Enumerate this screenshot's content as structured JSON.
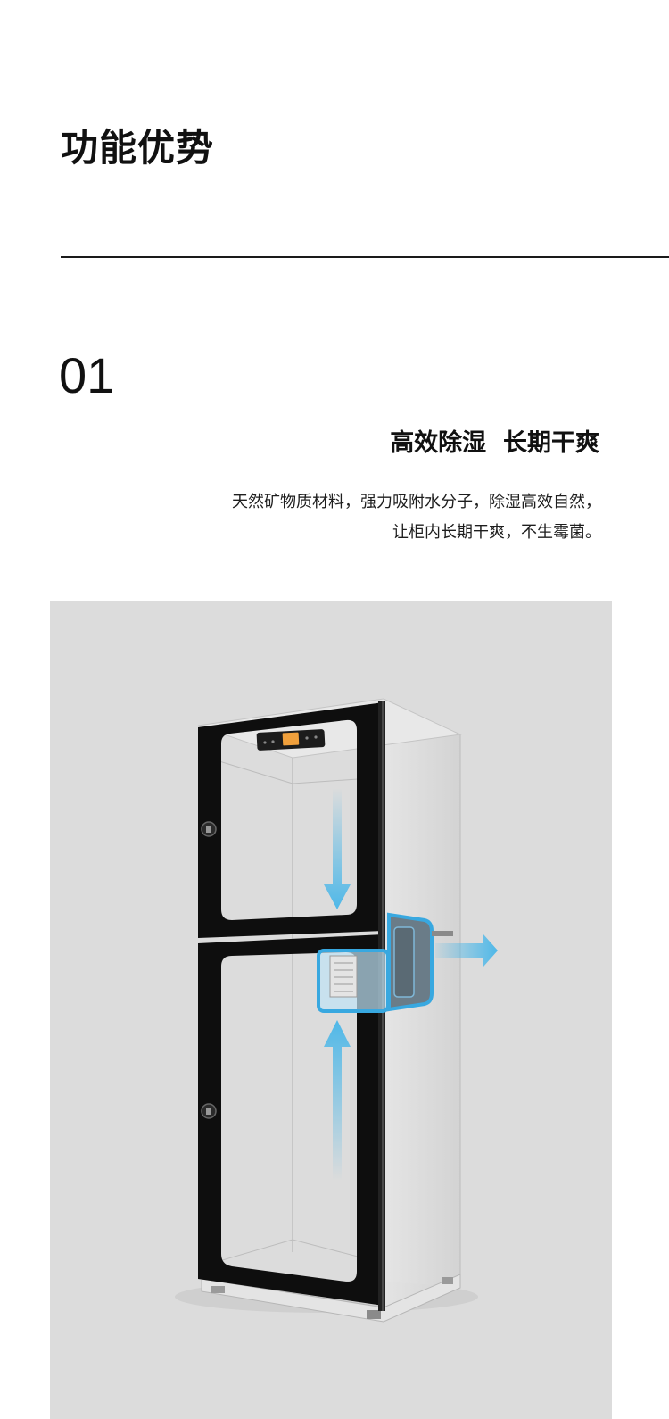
{
  "page": {
    "title": "功能优势"
  },
  "feature": {
    "number": "01",
    "heading": "高效除湿  长期干爽",
    "description_lines": [
      "天然矿物质材料，强力吸附水分子，除湿高效自然，",
      "让柜内长期干爽，不生霉菌。"
    ]
  },
  "product_image": {
    "icon": "dehumidifying-cabinet-illustration",
    "colors": {
      "background": "#dcdcdc",
      "frame": "#0e0e0e",
      "airflow": "#4fb8e8"
    }
  }
}
